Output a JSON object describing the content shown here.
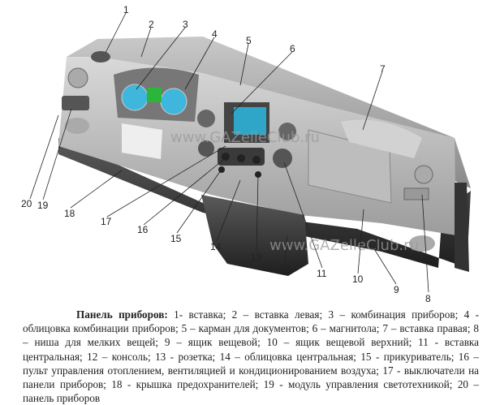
{
  "figure": {
    "watermark": "www.GAZelleClub.ru",
    "callouts": [
      "1",
      "2",
      "3",
      "4",
      "5",
      "6",
      "7",
      "8",
      "9",
      "10",
      "11",
      "12",
      "13",
      "14",
      "15",
      "16",
      "17",
      "18",
      "19",
      "20"
    ]
  },
  "caption": {
    "title": "Панель приборов:",
    "text": " 1- вставка; 2 – вставка левая; 3 – комбинация приборов; 4 - облицовка комбинации приборов; 5 – карман для документов; 6 – магнитола; 7 – вставка правая; 8 – ниша для мелких вещей; 9 – ящик вещевой; 10 – ящик вещевой верхний; 11 - вставка центральная; 12 – консоль; 13 - розетка; 14 – облицовка центральная; 15 - прикуриватель; 16 – пульт управления отоплением, вентиляцией и кондиционированием воздуха; 17 - выключатели на панели приборов; 18 - крышка предохранителей; 19 - модуль управления светотехникой; 20 – панель приборов"
  },
  "colors": {
    "cluster": "#3fb6dc",
    "screen": "#2fa6c8",
    "display": "#2bb53a"
  }
}
